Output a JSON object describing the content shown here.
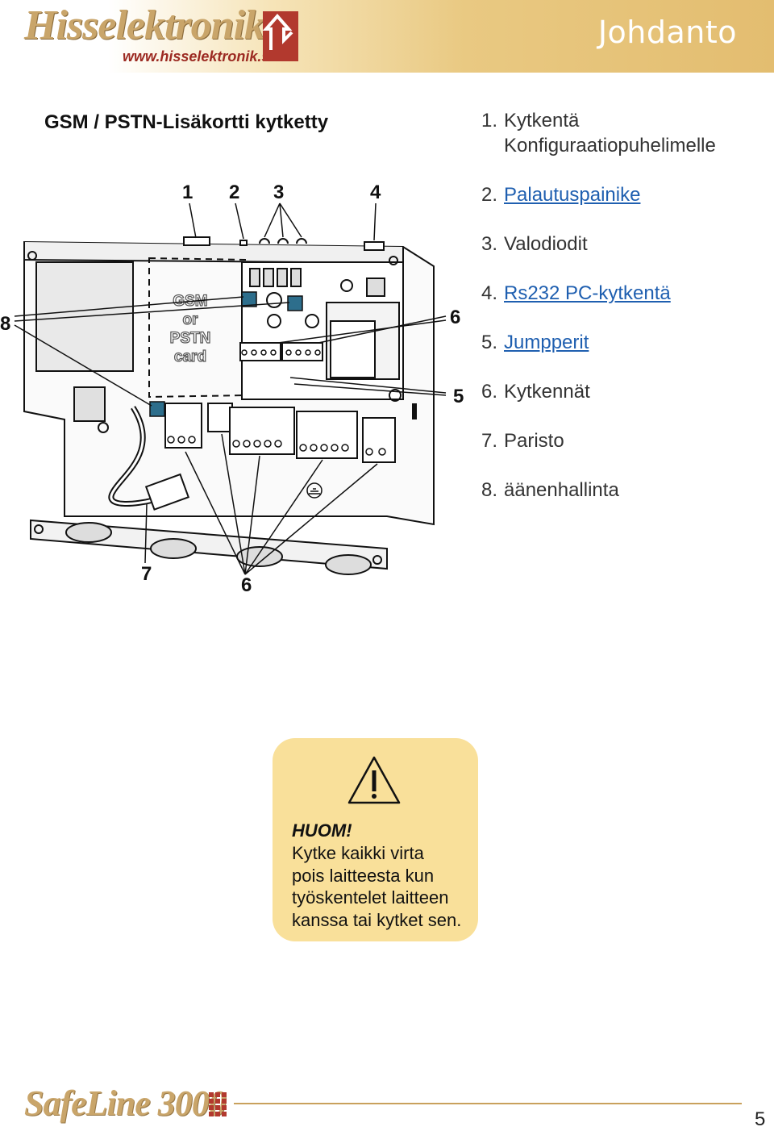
{
  "header": {
    "brand": "Hisselektronik",
    "brand_url": "www.hisselektronik.se",
    "section_title": "Johdanto"
  },
  "diagram": {
    "heading": "GSM / PSTN-Lisäkortti kytketty",
    "card_label": [
      "GSM",
      "or",
      "PSTN",
      "card"
    ],
    "callouts": {
      "c1": "1",
      "c2": "2",
      "c3": "3",
      "c4": "4",
      "c5": "5",
      "c6_top": "6",
      "c6_bottom": "6",
      "c7": "7",
      "c8": "8"
    }
  },
  "legend": {
    "items": [
      {
        "num": "1.",
        "text": "Kytkentä",
        "text2": "Konfiguraatiopuhelimelle",
        "link": false
      },
      {
        "num": "2.",
        "text": "Palautuspainike",
        "link": true
      },
      {
        "num": "3.",
        "text": "Valodiodit",
        "link": false
      },
      {
        "num": "4.",
        "text": "Rs232 PC-kytkentä",
        "link": true
      },
      {
        "num": "5.",
        "text": "Jumpperit",
        "link": true
      },
      {
        "num": "6.",
        "text": "Kytkennät",
        "link": false
      },
      {
        "num": "7.",
        "text": "Paristo",
        "link": false
      },
      {
        "num": "8.",
        "text": "äänenhallinta",
        "link": false
      }
    ]
  },
  "warning": {
    "icon": "warning-triangle-icon",
    "title": "HUOM!",
    "lines": [
      "Kytke kaikki virta",
      "pois laitteesta kun",
      "työskentelet laitteen",
      "kanssa tai kytket sen."
    ]
  },
  "footer": {
    "product": "SafeLine 3000",
    "page_number": "5"
  },
  "colors": {
    "header_gold": "#e3bd70",
    "link_blue": "#1f5fb0",
    "warning_bg": "#f9e09a",
    "footer_line": "#c9a15c"
  }
}
